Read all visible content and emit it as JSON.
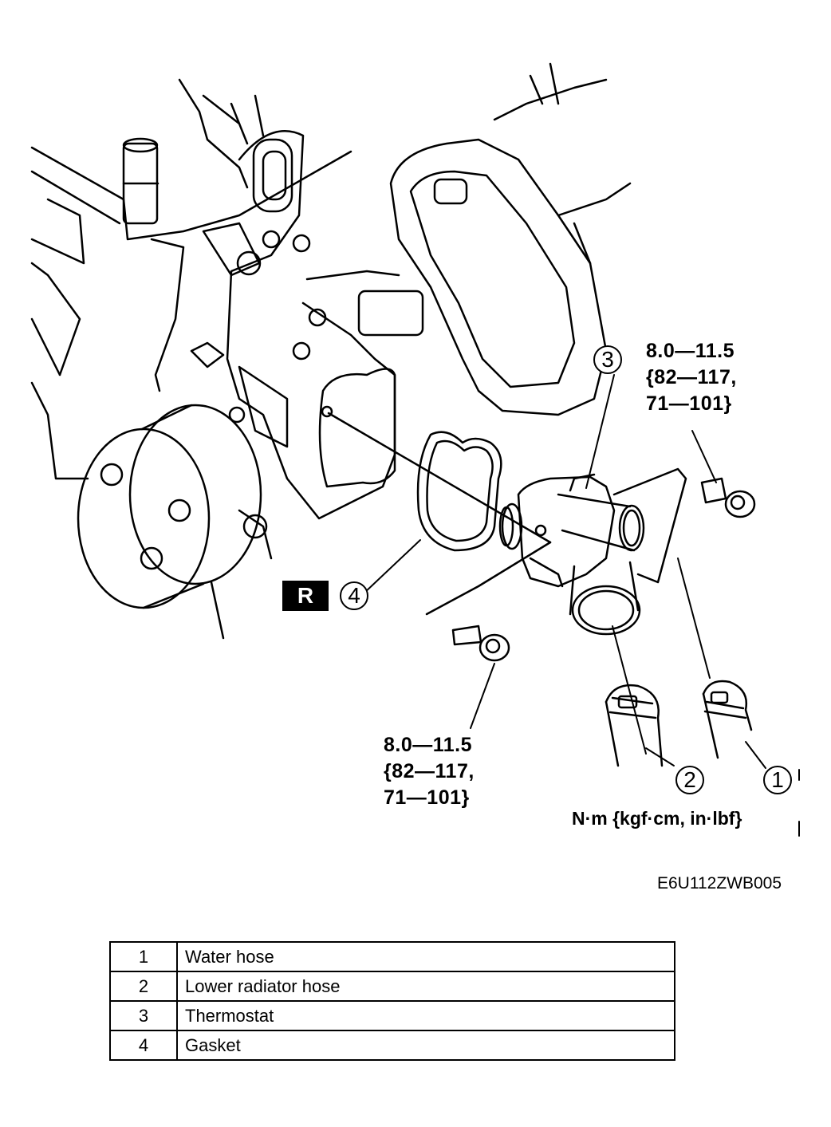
{
  "torque_upper": {
    "line1": "8.0—11.5",
    "line2": "{82—117,",
    "line3": "71—101}"
  },
  "torque_lower": {
    "line1": "8.0—11.5",
    "line2": "{82—117,",
    "line3": "71—101}"
  },
  "unit_label": "N·m {kgf·cm, in·lbf}",
  "figure_code": "E6U112ZWB005",
  "callouts": {
    "c1": "1",
    "c2": "2",
    "c3": "3",
    "c4": "4"
  },
  "replace_badge": "R",
  "parts_table": {
    "rows": [
      {
        "num": "1",
        "name": "Water hose"
      },
      {
        "num": "2",
        "name": "Lower radiator hose"
      },
      {
        "num": "3",
        "name": "Thermostat"
      },
      {
        "num": "4",
        "name": "Gasket"
      }
    ]
  }
}
